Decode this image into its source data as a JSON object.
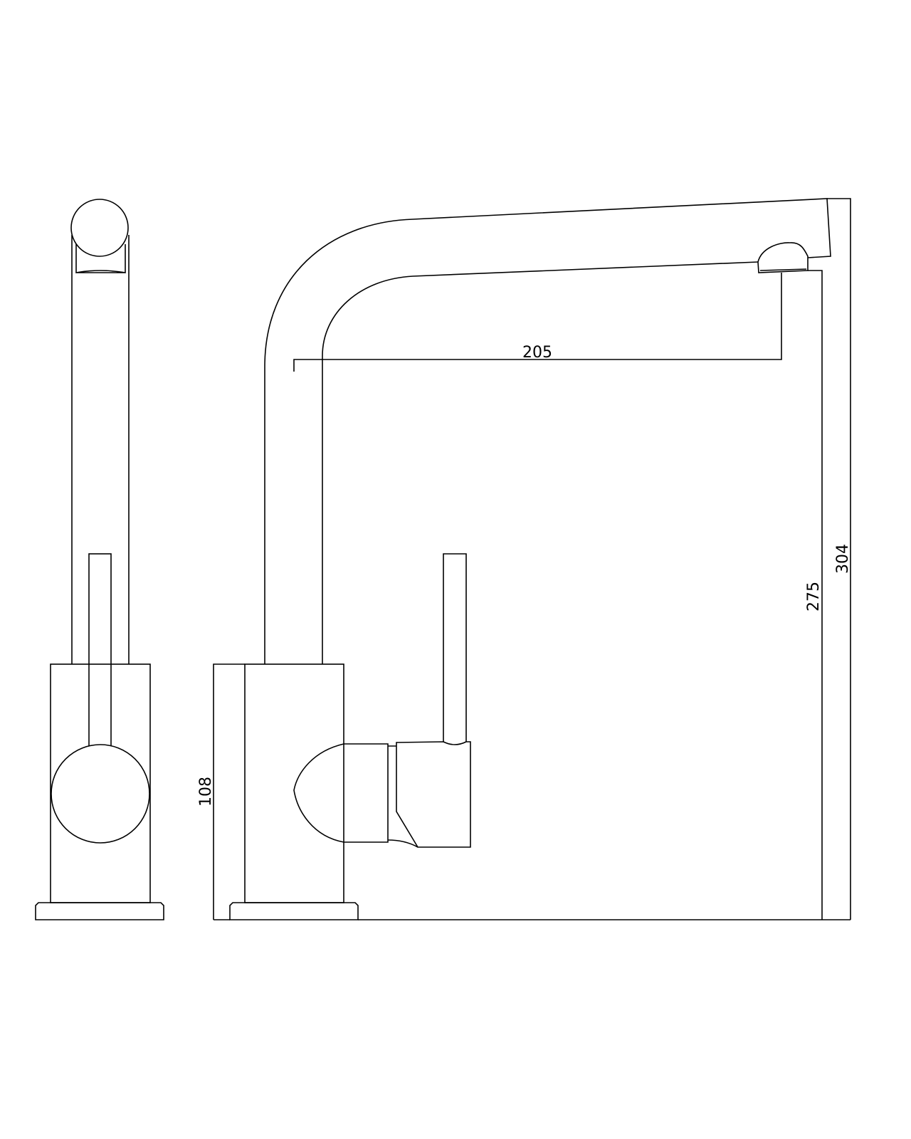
{
  "drawing": {
    "line_color": "#000000",
    "background": "#ffffff",
    "views": [
      "front-view",
      "side-view"
    ],
    "dimensions": {
      "spout_reach": "205",
      "spout_outlet_height": "275",
      "overall_height": "304",
      "body_height": "108"
    }
  }
}
